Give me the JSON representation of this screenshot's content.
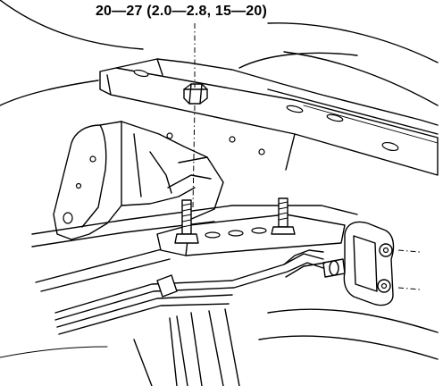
{
  "callout": {
    "torque_spec": "20—27 (2.0—2.8, 15—20)"
  },
  "diagram": {
    "parts": [
      "frame-crossmember",
      "bumper-bracket",
      "mounting-nut",
      "mounting-bolt-left",
      "mounting-bolt-right",
      "rubber-isolator",
      "leaf-spring"
    ],
    "stroke_color": "#000000",
    "background_color": "#ffffff"
  }
}
